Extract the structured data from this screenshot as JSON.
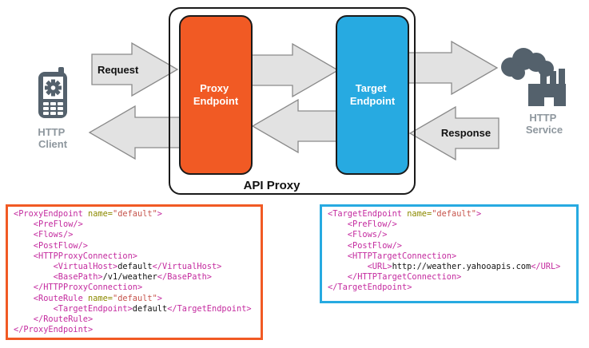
{
  "diagram": {
    "api_proxy_label": "API Proxy",
    "proxy_endpoint_label": [
      "Proxy",
      "Endpoint"
    ],
    "target_endpoint_label": [
      "Target",
      "Endpoint"
    ],
    "http_client_label": [
      "HTTP",
      "Client"
    ],
    "http_service_label": [
      "HTTP",
      "Service"
    ],
    "request_label": "Request",
    "response_label": "Response"
  },
  "colors": {
    "proxy_orange": "#F15A24",
    "target_blue": "#27AAE1",
    "arrow_fill": "#E2E2E2",
    "arrow_stroke": "#8A8A8A",
    "icon_gray": "#54616C",
    "icon_label_gray": "#8E979E",
    "frame_border": "#1A1A1A"
  },
  "code_token_colors": {
    "tag": "#C42B9F",
    "attr": "#8C8A00",
    "val": "#C6544C",
    "txt": "#141414"
  },
  "code_blocks": [
    {
      "name": "proxy-endpoint-xml",
      "border_color": "#F15A24",
      "lines": [
        [
          {
            "t": "<ProxyEndpoint ",
            "c": "tag"
          },
          {
            "t": "name=",
            "c": "attr"
          },
          {
            "t": "\"default\"",
            "c": "val"
          },
          {
            "t": ">",
            "c": "tag"
          }
        ],
        [
          {
            "t": "    <PreFlow/>",
            "c": "tag"
          }
        ],
        [
          {
            "t": "    <Flows/>",
            "c": "tag"
          }
        ],
        [
          {
            "t": "    <PostFlow/>",
            "c": "tag"
          }
        ],
        [
          {
            "t": "    <HTTPProxyConnection>",
            "c": "tag"
          }
        ],
        [
          {
            "t": "        <VirtualHost>",
            "c": "tag"
          },
          {
            "t": "default",
            "c": "txt"
          },
          {
            "t": "</VirtualHost>",
            "c": "tag"
          }
        ],
        [
          {
            "t": "        <BasePath>",
            "c": "tag"
          },
          {
            "t": "/v1/weather",
            "c": "txt"
          },
          {
            "t": "</BasePath>",
            "c": "tag"
          }
        ],
        [
          {
            "t": "    </HTTPProxyConnection>",
            "c": "tag"
          }
        ],
        [
          {
            "t": "    <RouteRule ",
            "c": "tag"
          },
          {
            "t": "name=",
            "c": "attr"
          },
          {
            "t": "\"default\"",
            "c": "val"
          },
          {
            "t": ">",
            "c": "tag"
          }
        ],
        [
          {
            "t": "        <TargetEndpoint>",
            "c": "tag"
          },
          {
            "t": "default",
            "c": "txt"
          },
          {
            "t": "</TargetEndpoint>",
            "c": "tag"
          }
        ],
        [
          {
            "t": "    </RouteRule>",
            "c": "tag"
          }
        ],
        [
          {
            "t": "</ProxyEndpoint>",
            "c": "tag"
          }
        ]
      ]
    },
    {
      "name": "target-endpoint-xml",
      "border_color": "#27AAE1",
      "lines": [
        [
          {
            "t": "<TargetEndpoint ",
            "c": "tag"
          },
          {
            "t": "name=",
            "c": "attr"
          },
          {
            "t": "\"default\"",
            "c": "val"
          },
          {
            "t": ">",
            "c": "tag"
          }
        ],
        [
          {
            "t": "    <PreFlow/>",
            "c": "tag"
          }
        ],
        [
          {
            "t": "    <Flows/>",
            "c": "tag"
          }
        ],
        [
          {
            "t": "    <PostFlow/>",
            "c": "tag"
          }
        ],
        [
          {
            "t": "    <HTTPTargetConnection>",
            "c": "tag"
          }
        ],
        [
          {
            "t": "        <URL>",
            "c": "tag"
          },
          {
            "t": "http://weather.yahooapis.com",
            "c": "txt"
          },
          {
            "t": "</URL>",
            "c": "tag"
          }
        ],
        [
          {
            "t": "    </HTTPTargetConnection>",
            "c": "tag"
          }
        ],
        [
          {
            "t": "</TargetEndpoint>",
            "c": "tag"
          }
        ]
      ]
    }
  ]
}
